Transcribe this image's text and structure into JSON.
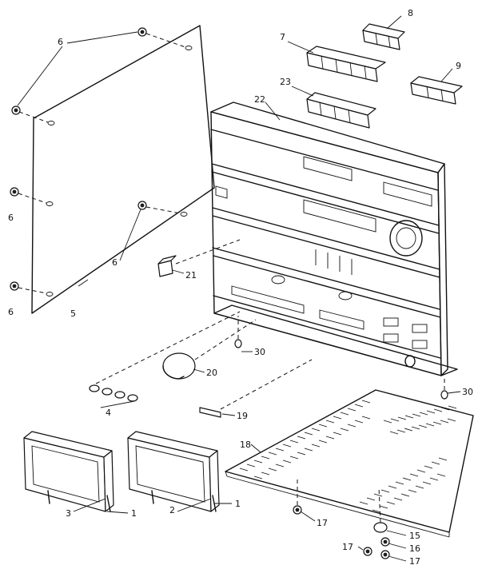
{
  "callouts": {
    "c1a": "1",
    "c1b": "1",
    "c2": "2",
    "c3": "3",
    "c4": "4",
    "c5": "5",
    "c6a": "6",
    "c6b": "6",
    "c6c": "6",
    "c6d": "6",
    "c7": "7",
    "c8": "8",
    "c9": "9",
    "c15": "15",
    "c16": "16",
    "c17a": "17",
    "c17b": "17",
    "c17c": "17",
    "c18": "18",
    "c19": "19",
    "c20": "20",
    "c21": "21",
    "c22": "22",
    "c23": "23",
    "c30a": "30",
    "c30b": "30"
  }
}
